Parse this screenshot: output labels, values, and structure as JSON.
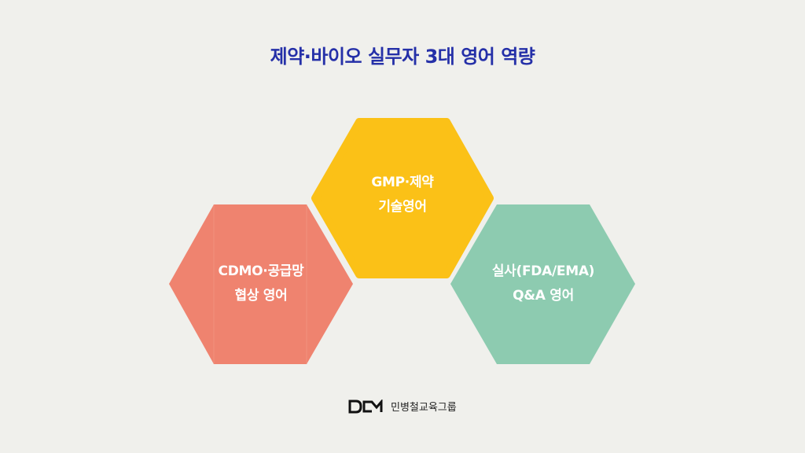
{
  "title": "제약·바이오 실무자 3대 영어 역량",
  "hexagons": [
    {
      "id": "gmp",
      "line1": "GMP·제약",
      "line2": "기술영어",
      "color": "#fbc117"
    },
    {
      "id": "cdmo",
      "line1": "CDMO·공급망",
      "line2": "협상 영어",
      "color": "#ef836f"
    },
    {
      "id": "audit",
      "line1": "실사(FDA/EMA)",
      "line2": "Q&A 영어",
      "color": "#8dcbb0"
    }
  ],
  "footer": {
    "logo_text": "DCM",
    "brand": "민병철교육그룹"
  }
}
